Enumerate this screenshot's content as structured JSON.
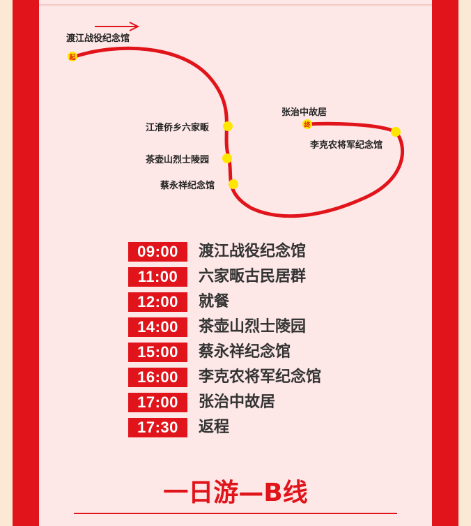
{
  "colors": {
    "red": "#e0141a",
    "yellow": "#ffe600",
    "panel": "#fde8e7",
    "outer": "#fbe9d6"
  },
  "map": {
    "start_marker": "起",
    "end_marker": "终",
    "stops": [
      "渡江战役纪念馆",
      "江淮侨乡六家畈",
      "茶壶山烈士陵园",
      "蔡永祥纪念馆",
      "李克农将军纪念馆",
      "张治中故居"
    ]
  },
  "schedule": [
    {
      "time": "09:00",
      "place": "渡江战役纪念馆"
    },
    {
      "time": "11:00",
      "place": "六家畈古民居群"
    },
    {
      "time": "12:00",
      "place": "就餐"
    },
    {
      "time": "14:00",
      "place": "茶壶山烈士陵园"
    },
    {
      "time": "15:00",
      "place": "蔡永祥纪念馆"
    },
    {
      "time": "16:00",
      "place": "李克农将军纪念馆"
    },
    {
      "time": "17:00",
      "place": "张治中故居"
    },
    {
      "time": "17:30",
      "place": "返程"
    }
  ],
  "footer": {
    "title": "一日游—B线"
  }
}
